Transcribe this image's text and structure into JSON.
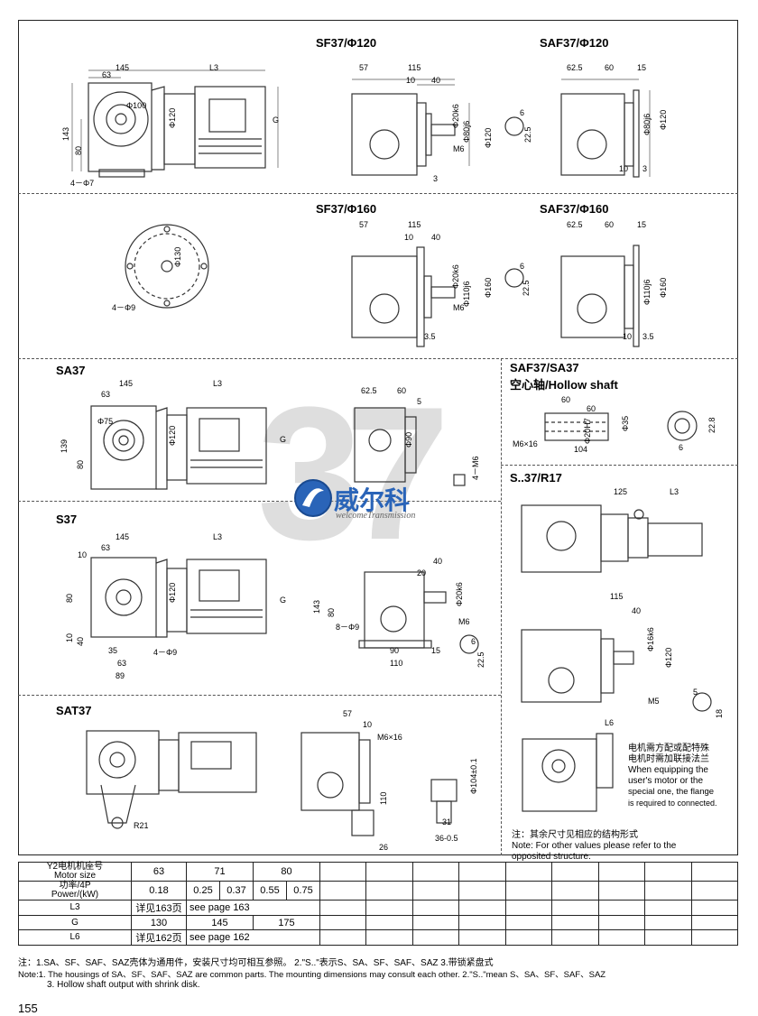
{
  "watermark": "37",
  "logo": {
    "name_cn": "威尔科",
    "name_en": "welcomeTransmission"
  },
  "sections": {
    "sf37_120": {
      "title": "SF37/Φ120",
      "dims": [
        "57",
        "115",
        "10",
        "40",
        "Φ20k6",
        "Φ80j6",
        "Φ120",
        "M6",
        "6",
        "22.5",
        "3"
      ]
    },
    "saf37_120": {
      "title": "SAF37/Φ120",
      "dims": [
        "62.5",
        "60",
        "15",
        "Φ80j6",
        "Φ120",
        "10",
        "3"
      ]
    },
    "top_left": {
      "dims": [
        "145",
        "L3",
        "63",
        "Φ100",
        "Φ120",
        "143",
        "80",
        "G",
        "4－Φ7"
      ]
    },
    "sf37_160": {
      "title": "SF37/Φ160",
      "dims": [
        "57",
        "115",
        "10",
        "40",
        "Φ20k6",
        "Φ110j6",
        "Φ160",
        "M6",
        "6",
        "22.5",
        "3.5"
      ]
    },
    "saf37_160": {
      "title": "SAF37/Φ160",
      "dims": [
        "62.5",
        "60",
        "15",
        "Φ110j6",
        "Φ160",
        "10",
        "3.5"
      ]
    },
    "flange160": {
      "dims": [
        "Φ130",
        "4－Φ9"
      ]
    },
    "sa37": {
      "title": "SA37",
      "dims": [
        "145",
        "L3",
        "63",
        "Φ75",
        "Φ120",
        "G",
        "139",
        "80",
        "62.5",
        "60",
        "5",
        "Φ90",
        "4－M6"
      ]
    },
    "hollow": {
      "title_line1": "SAF37/SA37",
      "title_line2": "空心轴/Hollow shaft",
      "dims": [
        "60",
        "60",
        "Φ35",
        "22.8",
        "M6×16",
        "Φ20H7",
        "104",
        "6"
      ]
    },
    "s37": {
      "title": "S37",
      "dims": [
        "145",
        "L3",
        "10",
        "63",
        "80",
        "Φ120",
        "G",
        "10",
        "40",
        "35",
        "4－Φ9",
        "63",
        "89",
        "40",
        "20",
        "Φ20k6",
        "143",
        "80",
        "8－Φ9",
        "M6",
        "90",
        "15",
        "110",
        "6",
        "22.5"
      ]
    },
    "s37_r17": {
      "title": "S..37/R17",
      "dims": [
        "125",
        "L3",
        "115",
        "40",
        "Φ16k6",
        "Φ120",
        "M5",
        "5",
        "18",
        "L6"
      ]
    },
    "sat37": {
      "title": "SAT37",
      "dims": [
        "R21",
        "57",
        "10",
        "M6×16",
        "Φ104±0.1",
        "110",
        "31",
        "36-0.5",
        "26"
      ]
    }
  },
  "side_notes": {
    "motor": [
      "电机需方配或配特殊",
      "电机时需加联接法兰",
      "When equipping the",
      "user's motor or the",
      "special one, the flange",
      "is required to connected."
    ],
    "structure": [
      "注：其余尺寸见相应的结构形式",
      "Note: For other values please refer to the",
      "opposited structure."
    ]
  },
  "table": {
    "rows": [
      {
        "label_line1": "Y2电机机座号",
        "label_line2": "Motor size",
        "cells": [
          "63",
          "71",
          "",
          "80",
          "",
          "",
          "",
          "",
          "",
          "",
          "",
          "",
          "",
          ""
        ]
      },
      {
        "label_line1": "功率/4P",
        "label_line2": "Power/(kW)",
        "cells": [
          "0.18",
          "0.25",
          "0.37",
          "0.55",
          "0.75",
          "",
          "",
          "",
          "",
          "",
          "",
          "",
          "",
          ""
        ]
      },
      {
        "label_line1": "L3",
        "label_line2": "",
        "cells": [
          "详见163页",
          "see page 163",
          "",
          "",
          "",
          "",
          "",
          "",
          "",
          "",
          "",
          "",
          "",
          ""
        ]
      },
      {
        "label_line1": "G",
        "label_line2": "",
        "cells": [
          "130",
          "145",
          "",
          "175",
          "",
          "",
          "",
          "",
          "",
          "",
          "",
          "",
          "",
          ""
        ]
      },
      {
        "label_line1": "L6",
        "label_line2": "",
        "cells": [
          "详见162页",
          "see page 162",
          "",
          "",
          "",
          "",
          "",
          "",
          "",
          "",
          "",
          "",
          "",
          ""
        ]
      }
    ]
  },
  "footnotes": [
    "注：1.SA、SF、SAF、SAZ壳体为通用件，安装尺寸均可相互参照。 2.\"S..\"表示S、SA、SF、SAF、SAZ 3.带锁紧盘式",
    "Note:1. The housings of SA、SF、SAF、SAZ are common parts. The mounting dimensions may consult each other. 2.\"S..\"mean S、SA、SF、SAF、SAZ",
    "3. Hollow shaft output with shrink disk."
  ],
  "page_number": "155"
}
